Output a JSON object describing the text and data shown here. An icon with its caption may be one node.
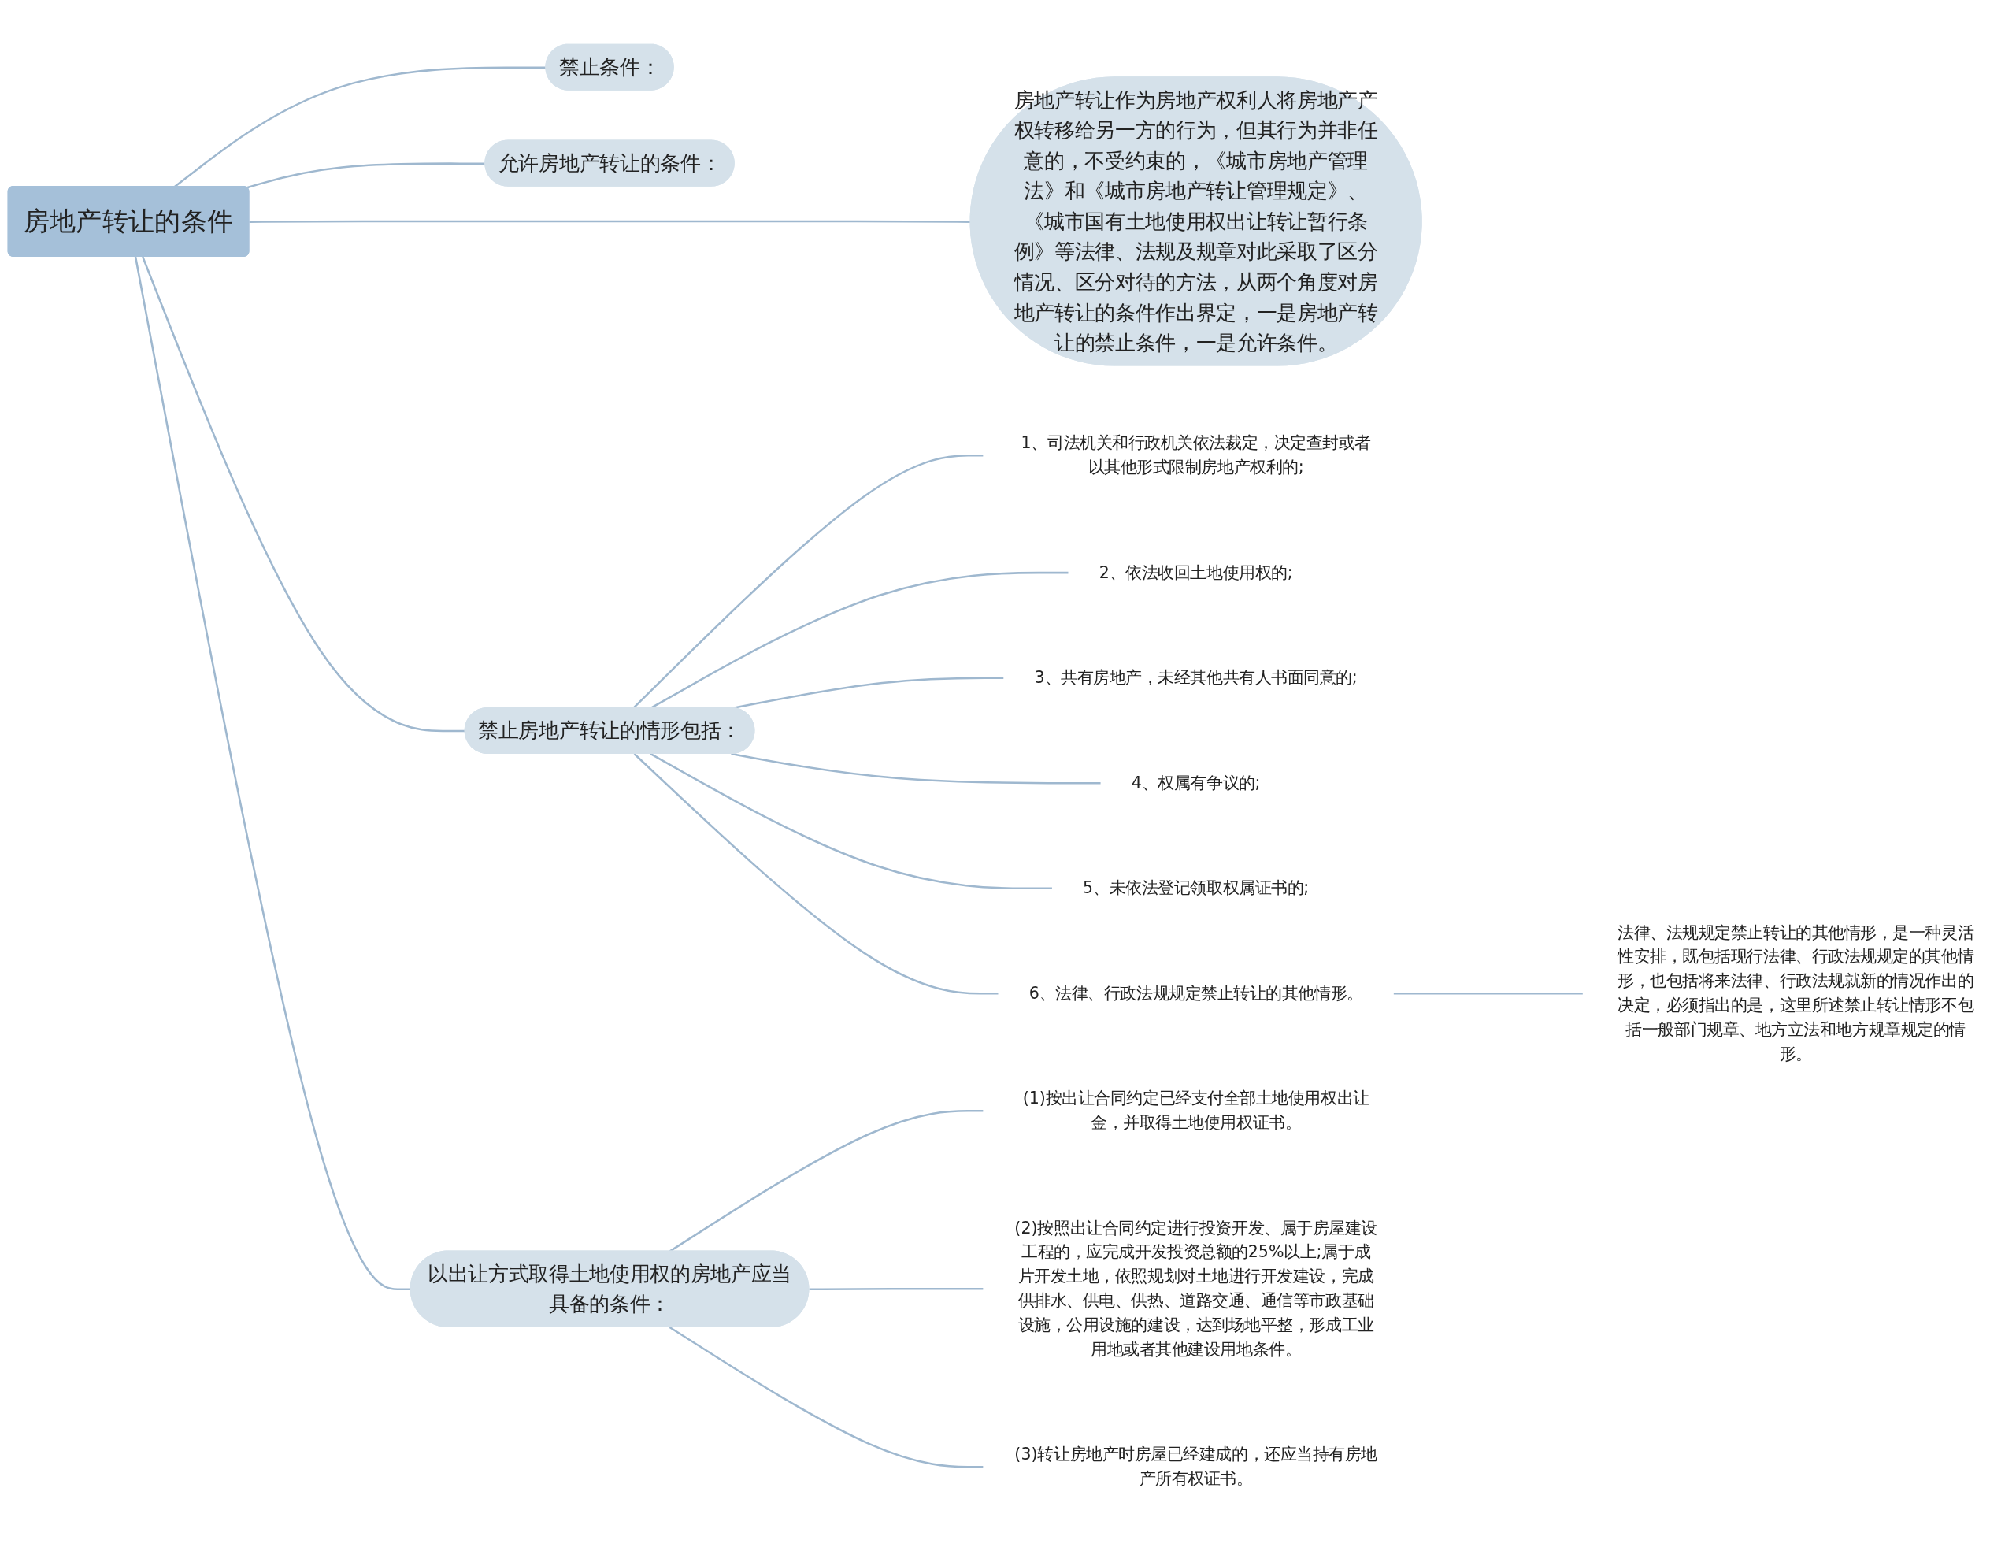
{
  "diagram": {
    "nodes": [
      {
        "text": [
          "房地产转让的条件"
        ]
      },
      {
        "text": [
          "禁止条件："
        ]
      },
      {
        "text": [
          "允许房地产转让的条件："
        ]
      },
      {
        "text": [
          "房地产转让作为房地产权利人将房地产产权转移给另一方的行为，但其行为并非任意的，不受约束的，《城市房地产管理法》和《城市房地产转让管理规定》、《城市国有土地使用权出让转让暂行条例》等法律、法规及规章对此采取了区分情况、区分对待的方法，从两个角度对房地产转让的条件作出界定，一是房地产转让的禁止条件，一是允许条件。"
        ]
      },
      {
        "text": [
          "禁止房地产转让的情形包括："
        ]
      },
      {
        "text": [
          "1、司法机关和行政机关依法裁定，决定查封或者以其他形式限制房地产权利的;"
        ]
      },
      {
        "text": [
          "2、依法收回土地使用权的;"
        ]
      },
      {
        "text": [
          "3、共有房地产，未经其他共有人书面同意的;"
        ]
      },
      {
        "text": [
          "4、权属有争议的;"
        ]
      },
      {
        "text": [
          "5、未依法登记领取权属证书的;"
        ]
      },
      {
        "text": [
          "6、法律、行政法规规定禁止转让的其他情形。"
        ]
      },
      {
        "text": [
          "法律、法规规定禁止转让的其他情形，是一种灵活性安排，既包括现行法律、行政法规规定的其他情形，也包括将来法律、行政法规就新的情况作出的决定，必须指出的是，这里所述禁止转让情形不包括一般部门规章、地方立法和地方规章规定的情形。"
        ]
      },
      {
        "text": [
          "以出让方式取得土地使用权的房地产应当具备的条件："
        ]
      },
      {
        "text": [
          "(1)按出让合同约定已经支付全部土地使用权出让金，并取得土地使用权证书。"
        ]
      },
      {
        "text": [
          "(2)按照出让合同约定进行投资开发、属于房屋建设工程的，应完成开发投资总额的25%以上;属于成片开发土地，依照规划对土地进行开发建设，完成供排水、供电、供热、道路交通、通信等市政基础设施，公用设施的建设，达到场地平整，形成工业用地或者其他建设用地条件。"
        ]
      },
      {
        "text": [
          "(3)转让房地产时房屋已经建成的，还应当持有房地产所有权证书。"
        ]
      }
    ],
    "edges": [
      {
        "from": 0,
        "to": 1,
        "arrow": "none"
      },
      {
        "from": 0,
        "to": 2,
        "arrow": "none"
      },
      {
        "from": 0,
        "to": 3,
        "arrow": "none"
      },
      {
        "from": 0,
        "to": 4,
        "arrow": "none"
      },
      {
        "from": 0,
        "to": 12,
        "arrow": "none"
      },
      {
        "from": 4,
        "to": 5,
        "arrow": "none"
      },
      {
        "from": 4,
        "to": 6,
        "arrow": "none"
      },
      {
        "from": 4,
        "to": 7,
        "arrow": "none"
      },
      {
        "from": 4,
        "to": 8,
        "arrow": "none"
      },
      {
        "from": 4,
        "to": 9,
        "arrow": "none"
      },
      {
        "from": 4,
        "to": 10,
        "arrow": "none"
      },
      {
        "from": 10,
        "to": 11,
        "arrow": "none"
      },
      {
        "from": 12,
        "to": 13,
        "arrow": "none"
      },
      {
        "from": 12,
        "to": 14,
        "arrow": "none"
      },
      {
        "from": 12,
        "to": 15,
        "arrow": "none"
      }
    ]
  }
}
